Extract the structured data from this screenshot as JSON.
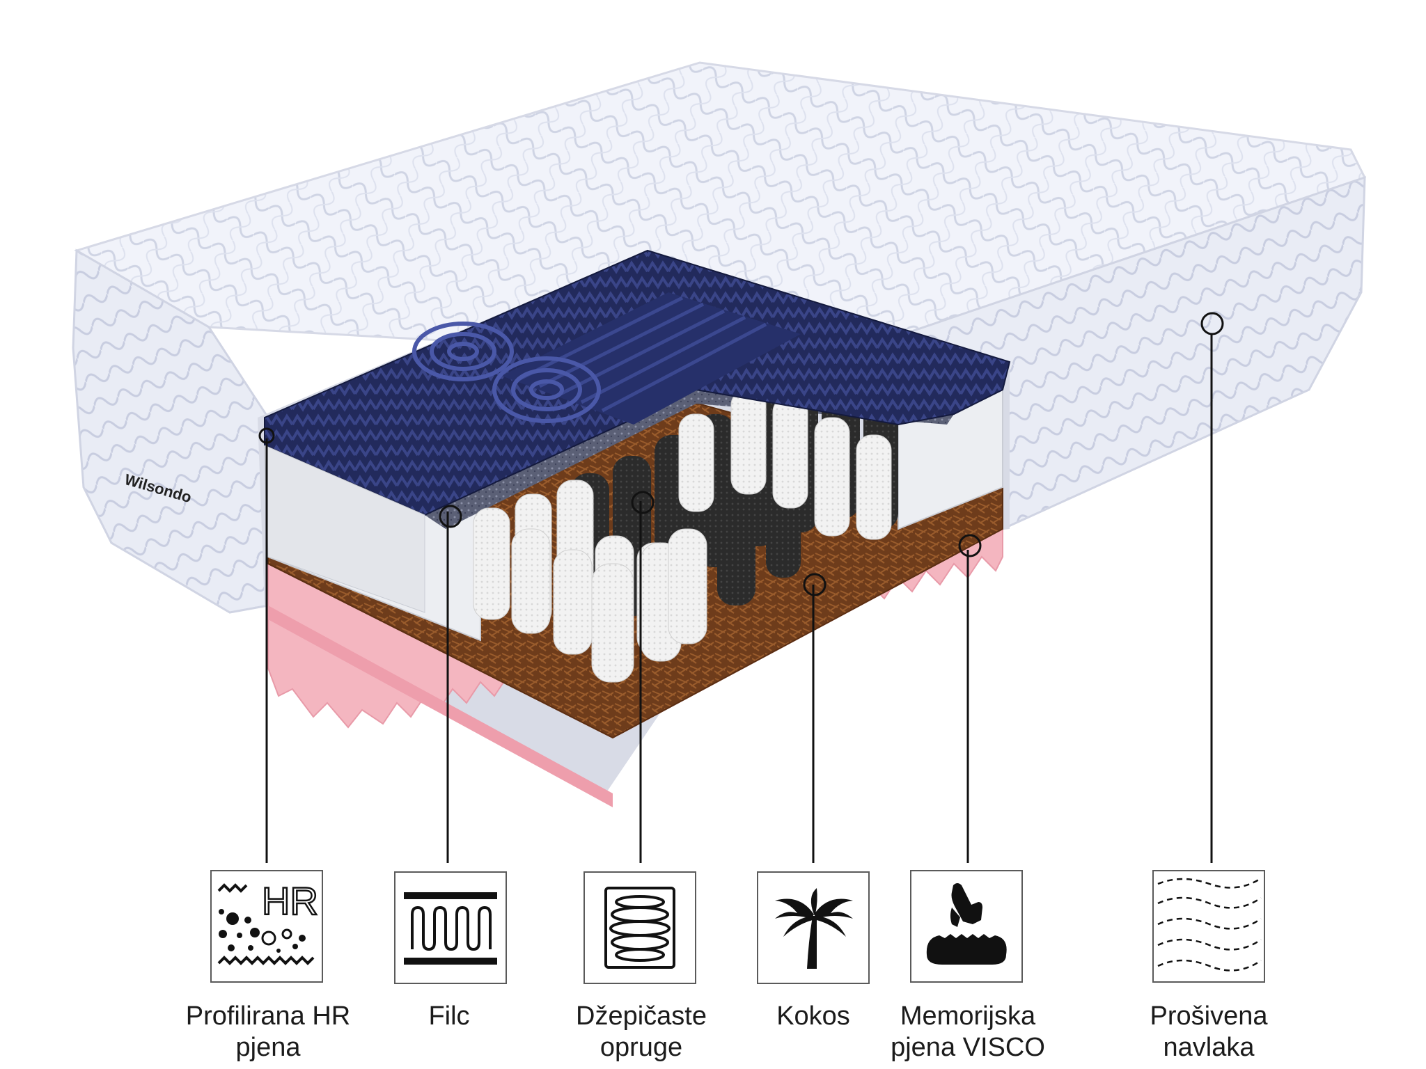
{
  "brand": "Wilsondo",
  "layers": [
    {
      "id": "hr-foam",
      "lines": [
        "Profilirana HR",
        "pjena"
      ],
      "icon_text": "HR",
      "icon": "hr-foam-icon"
    },
    {
      "id": "felt",
      "lines": [
        "Filc"
      ],
      "icon": "felt-icon"
    },
    {
      "id": "pocket-springs",
      "lines": [
        "Džepičaste",
        "opruge"
      ],
      "icon": "spring-icon"
    },
    {
      "id": "coconut",
      "lines": [
        "Kokos"
      ],
      "icon": "palm-tree-icon"
    },
    {
      "id": "visco",
      "lines": [
        "Memorijska",
        "pjena VISCO"
      ],
      "icon": "hand-press-icon"
    },
    {
      "id": "cover",
      "lines": [
        "Prošivena",
        "navlaka"
      ],
      "icon": "quilted-cover-icon"
    }
  ],
  "colors": {
    "cover": "#eef0f8",
    "hr_foam_top": "#1f2757",
    "foam_white": "#e9ebef",
    "coconut": "#7a4520",
    "visco_pink": "#f4b6c0",
    "spring_white": "#eeeeee",
    "spring_black": "#2a2a2a",
    "line": "#111111"
  }
}
